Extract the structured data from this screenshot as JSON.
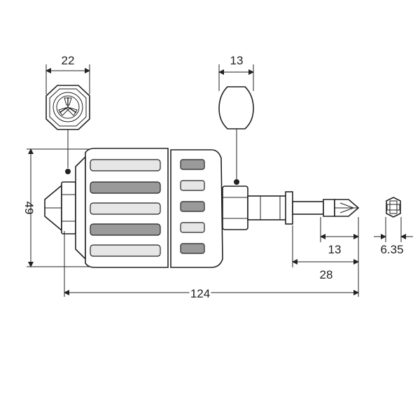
{
  "dimensions": {
    "hex_width": "22",
    "sleeve_width": "13",
    "height": "49",
    "overall_length": "124",
    "bit_length": "28",
    "bit_tip_length": "13",
    "shank_hex": "6.35"
  },
  "colors": {
    "line": "#222222",
    "grip_fill": "#9a9a9a",
    "background": "#ffffff"
  }
}
